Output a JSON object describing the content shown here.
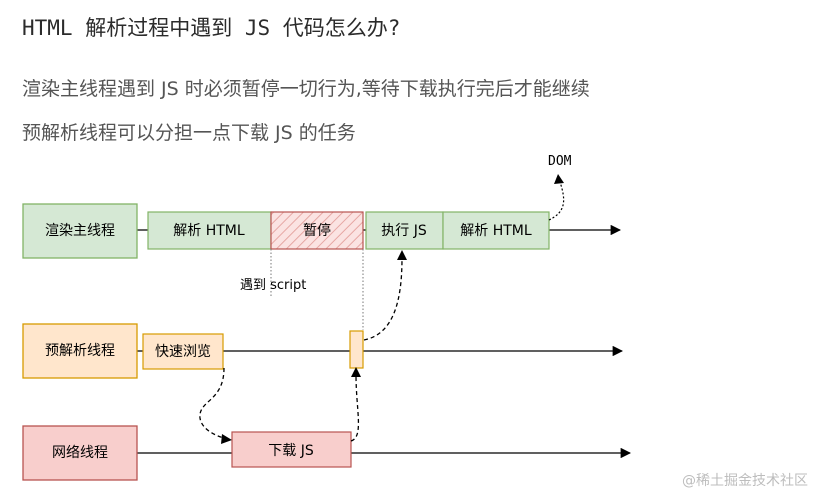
{
  "header": {
    "title": "HTML 解析过程中遇到 JS 代码怎么办?",
    "line1": "渲染主线程遇到 JS 时必须暂停一切行为,等待下载执行完后才能继续",
    "line2": "预解析线程可以分担一点下载 JS 的任务"
  },
  "diagram": {
    "threads": {
      "main": "渲染主线程",
      "preparse": "预解析线程",
      "network": "网络线程"
    },
    "main_tasks": {
      "parse1": "解析 HTML",
      "pause": "暂停",
      "exec": "执行 JS",
      "parse2": "解析 HTML"
    },
    "preparse_task": "快速浏览",
    "network_task": "下载 JS",
    "labels": {
      "dom": "DOM",
      "script": "遇到 script"
    },
    "colors": {
      "green_fill": "#d5e8d4",
      "green_stroke": "#82b366",
      "orange_fill": "#ffe6cc",
      "orange_stroke": "#d79b00",
      "red_fill": "#f8cecc",
      "red_stroke": "#b85450"
    }
  },
  "watermark": "@稀土掘金技术社区"
}
